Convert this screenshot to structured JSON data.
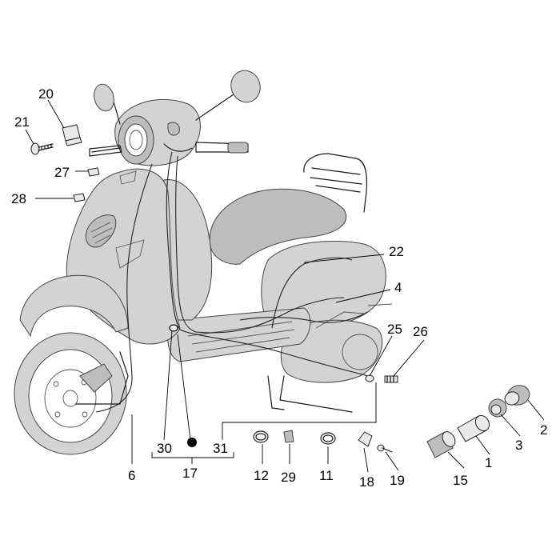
{
  "labels": {
    "l1": "1",
    "l2": "2",
    "l3": "3",
    "l4": "4",
    "l6": "6",
    "l11": "11",
    "l12": "12",
    "l15": "15",
    "l17": "17",
    "l18": "18",
    "l19": "19",
    "l20": "20",
    "l21": "21",
    "l22": "22",
    "l25": "25",
    "l26": "26",
    "l27": "27",
    "l28": "28",
    "l29": "29",
    "l30": "30",
    "l31": "31"
  },
  "colors": {
    "body": "#d3d3d3",
    "line": "#1a1a1a"
  }
}
